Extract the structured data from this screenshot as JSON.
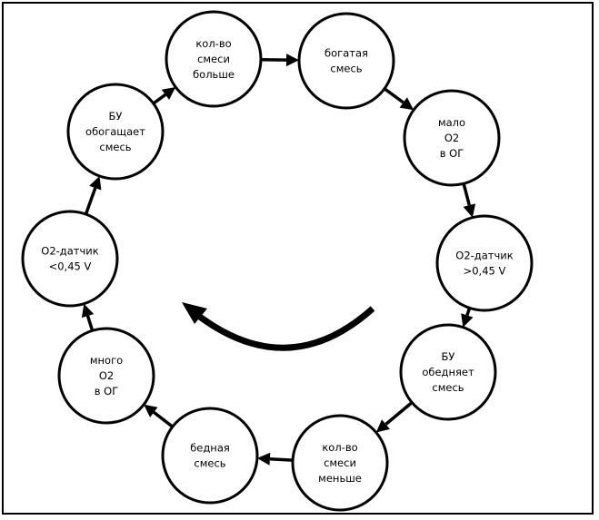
{
  "diagram": {
    "type": "cycle",
    "direction": "clockwise",
    "nodes": [
      {
        "id": "mix-more",
        "lines": [
          "кол-во",
          "смеси",
          "больше"
        ]
      },
      {
        "id": "rich-mix",
        "lines": [
          "богатая",
          "смесь"
        ]
      },
      {
        "id": "low-o2",
        "lines": [
          "мало",
          "O2",
          "в ОГ"
        ]
      },
      {
        "id": "sensor-high",
        "lines": [
          "O2-датчик",
          ">0,45 V"
        ]
      },
      {
        "id": "ecu-leans",
        "lines": [
          "БУ",
          "обедняет",
          "смесь"
        ]
      },
      {
        "id": "mix-less",
        "lines": [
          "кол-во",
          "смеси",
          "меньше"
        ]
      },
      {
        "id": "lean-mix",
        "lines": [
          "бедная",
          "смесь"
        ]
      },
      {
        "id": "high-o2",
        "lines": [
          "много",
          "O2",
          "в ОГ"
        ]
      },
      {
        "id": "sensor-low",
        "lines": [
          "O2-датчик",
          "<0,45 V"
        ]
      },
      {
        "id": "ecu-enriches",
        "lines": [
          "БУ",
          "обогащает",
          "смесь"
        ]
      }
    ],
    "edges": [
      {
        "from": "mix-more",
        "to": "rich-mix"
      },
      {
        "from": "rich-mix",
        "to": "low-o2"
      },
      {
        "from": "low-o2",
        "to": "sensor-high"
      },
      {
        "from": "sensor-high",
        "to": "ecu-leans"
      },
      {
        "from": "ecu-leans",
        "to": "mix-less"
      },
      {
        "from": "mix-less",
        "to": "lean-mix"
      },
      {
        "from": "lean-mix",
        "to": "high-o2"
      },
      {
        "from": "high-o2",
        "to": "sensor-low"
      },
      {
        "from": "sensor-low",
        "to": "ecu-enriches"
      },
      {
        "from": "ecu-enriches",
        "to": "mix-more"
      }
    ],
    "center_arrow": {
      "direction": "clockwise"
    },
    "colors": {
      "stroke": "#000000",
      "fill": "#ffffff",
      "background": "#ffffff"
    }
  }
}
